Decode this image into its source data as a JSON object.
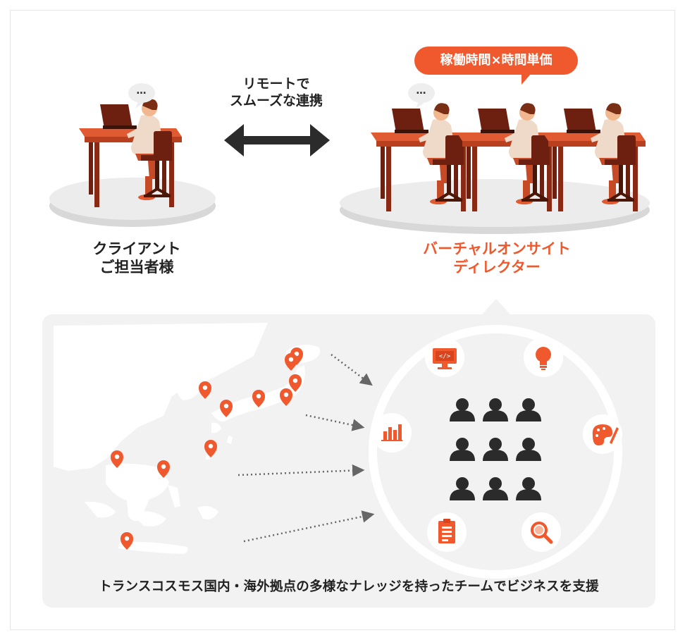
{
  "bubble": {
    "text": "稼働時間×時間単価"
  },
  "link": {
    "line1": "リモートで",
    "line2": "スムーズな連携"
  },
  "client": {
    "line1": "クライアント",
    "line2": "ご担当者様"
  },
  "director": {
    "line1": "バーチャルオンサイト",
    "line2": "ディレクター"
  },
  "caption": {
    "text": "トランスコスモス国内・海外拠点の多様なナレッジを持ったチームでビジネスを支援"
  },
  "speech_dots": "…",
  "icons": [
    "code-monitor-icon",
    "lightbulb-icon",
    "palette-icon",
    "search-icon",
    "document-icon",
    "bar-chart-icon"
  ],
  "colors": {
    "accent": "#f0592e",
    "desk": "#e05a32",
    "desk_leg": "#6e2010",
    "chair": "#6e2010",
    "panel": "#f2f2f2",
    "map_land": "#ffffff",
    "people": "#2b2b2b",
    "text": "#222222"
  }
}
